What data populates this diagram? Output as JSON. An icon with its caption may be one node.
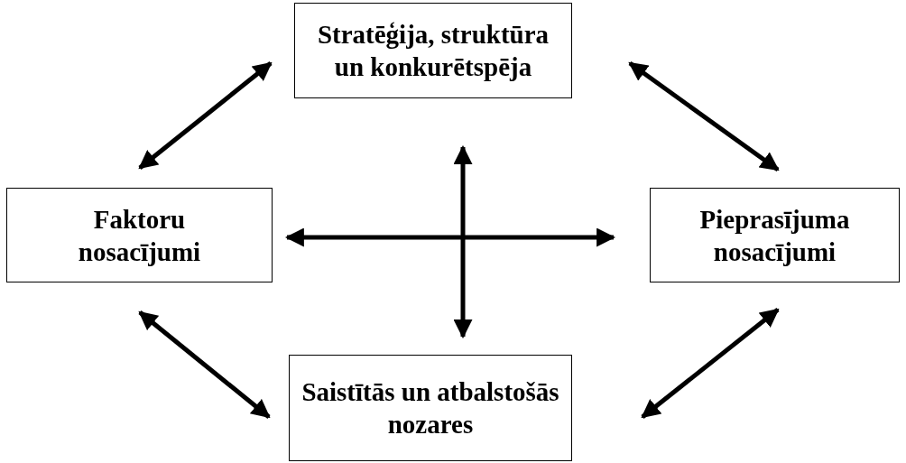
{
  "diagram": {
    "nodes": [
      {
        "text": [
          "Stratēģija, struktūra un konkurētspēja"
        ]
      },
      {
        "text": [
          "Faktoru nosacījumi"
        ]
      },
      {
        "text": [
          "Pieprasījuma nosacījumi"
        ]
      },
      {
        "text": [
          "Saistītās un atbalstošās nozares"
        ]
      }
    ],
    "edges": [
      {
        "from": 0,
        "to": 1,
        "arrow": "both"
      },
      {
        "from": 0,
        "to": 2,
        "arrow": "both"
      },
      {
        "from": 1,
        "to": 3,
        "arrow": "both"
      },
      {
        "from": 2,
        "to": 3,
        "arrow": "both"
      },
      {
        "from": 0,
        "to": 3,
        "arrow": "both"
      },
      {
        "from": 1,
        "to": 2,
        "arrow": "both"
      }
    ]
  }
}
